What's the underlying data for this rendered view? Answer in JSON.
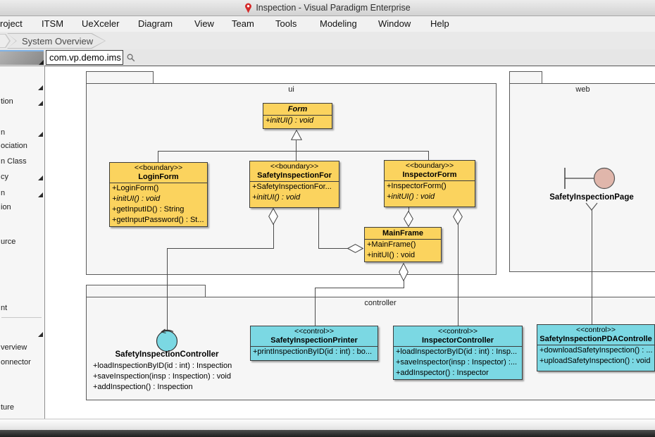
{
  "titlebar": {
    "title": "Inspection - Visual Paradigm Enterprise"
  },
  "menubar": {
    "items": [
      "roject",
      "ITSM",
      "UeXceler",
      "Diagram",
      "View",
      "Team",
      "Tools",
      "Modeling",
      "Window",
      "Help"
    ]
  },
  "breadcrumb": {
    "label": "System Overview"
  },
  "tabbar": {
    "active_tab": "com.vp.demo.ims"
  },
  "palette": {
    "labels": [
      "tion",
      "n",
      "ociation",
      "n Class",
      "cy",
      "n",
      "ion",
      "urce",
      "nt",
      "verview",
      "onnector",
      "ture"
    ]
  },
  "diagram": {
    "packages": {
      "ui": "ui",
      "web": "web",
      "controller": "controller"
    },
    "classes": [
      {
        "name": "Form",
        "ops": [
          "+initUI() : void"
        ]
      },
      {
        "stereotype": "<<boundary>>",
        "name": "LoginForm",
        "ops": [
          "+LoginForm()",
          "+initUI() : void",
          "+getInputID() : String",
          "+getInputPassword() : St..."
        ]
      },
      {
        "stereotype": "<<boundary>>",
        "name": "SafetyInspectionFor",
        "ops": [
          "+SafetyInspectionFor...",
          "+initUI() : void"
        ]
      },
      {
        "stereotype": "<<boundary>>",
        "name": "InspectorForm",
        "ops": [
          "+InspectorForm()",
          "+initUI() : void"
        ]
      },
      {
        "name": "MainFrame",
        "ops": [
          "+MainFrame()",
          "+initUI() : void"
        ]
      },
      {
        "stereotype": "<<control>>",
        "name": "SafetyInspectionPrinter",
        "ops": [
          "+printInspectionByID(id : int) : bo..."
        ]
      },
      {
        "stereotype": "<<control>>",
        "name": "InspectorController",
        "ops": [
          "+loadInspectorByID(id : int) : Insp...",
          "+saveInspector(insp : Inspector) :...",
          "+addInspector() : Inspector"
        ]
      },
      {
        "stereotype": "<<control>>",
        "name": "SafetyInspectionPDAControlle",
        "ops": [
          "+downloadSafetyInspection() : ...",
          "+uploadSafetyInspection() : void"
        ]
      }
    ],
    "controller_lollipop": {
      "name": "SafetyInspectionController",
      "ops": [
        "+loadInspectionByID(id : int) : Inspection",
        "+saveInspection(insp : Inspection) : void",
        "+addInspection() : Inspection"
      ]
    },
    "boundary_lollipop": {
      "name": "SafetyInspectionPage"
    }
  },
  "colors": {
    "class_fill_yellow": "#FBD35E",
    "control_fill_cyan": "#7BD8E3",
    "boundary_fill_pink": "#E0B6AB",
    "selection_blue": "#7FB2E5",
    "pin_red": "#D42A2A"
  }
}
